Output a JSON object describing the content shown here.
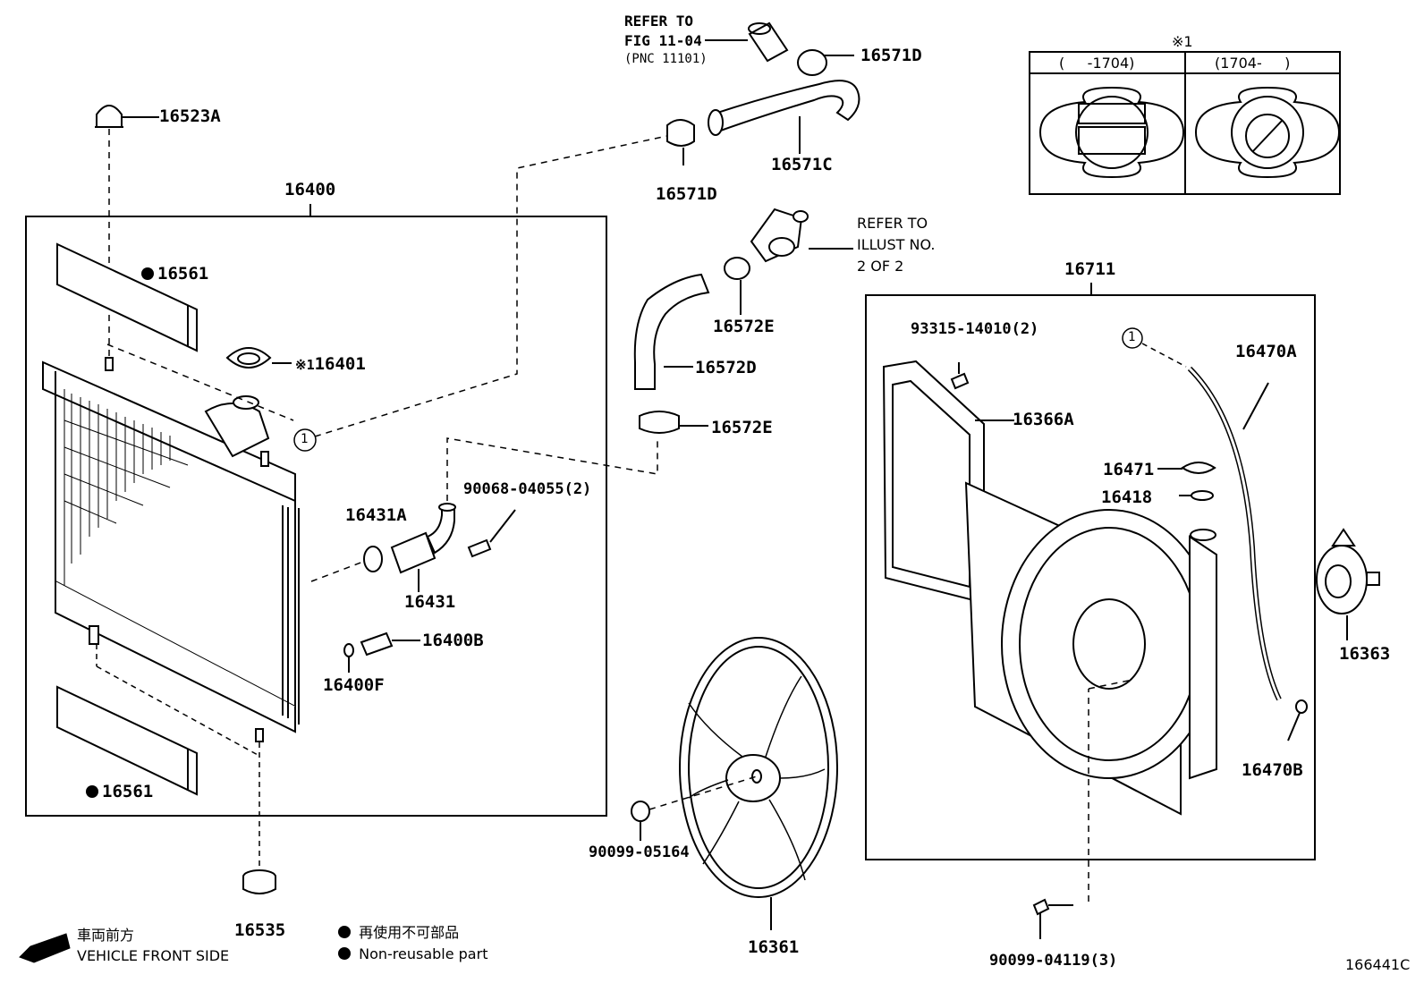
{
  "diagram": {
    "figure_code": "166441C",
    "parts": {
      "p16523A": "16523A",
      "p16400": "16400",
      "p16561_top": "16561",
      "p16561_bot": "16561",
      "p16401": "16401",
      "p16401_prefix": "※1",
      "p16431A": "16431A",
      "p16431": "16431",
      "p90068": "90068-04055(2)",
      "p16400B": "16400B",
      "p16400F": "16400F",
      "p16535": "16535",
      "p16571D_top": "16571D",
      "p16571C": "16571C",
      "p16571D_bot": "16571D",
      "p16572E_top": "16572E",
      "p16572D": "16572D",
      "p16572E_bot": "16572E",
      "p90099_05164": "90099-05164",
      "p16361": "16361",
      "p16711": "16711",
      "p93315": "93315-14010(2)",
      "p16366A": "16366A",
      "p16470A": "16470A",
      "p16471": "16471",
      "p16418": "16418",
      "p16470B": "16470B",
      "p16363": "16363",
      "p90099_04119": "90099-04119(3)"
    },
    "refer_fig": [
      "REFER TO",
      "FIG 11-04",
      "(PNC 11101)"
    ],
    "refer_illust": [
      "REFER TO",
      "ILLUST NO.",
      "2 OF 2"
    ],
    "callout_marker": "1",
    "inset": {
      "mark": "※1",
      "left_header": "(     -1704)",
      "right_header": "(1704-     )"
    },
    "legend": {
      "front_jp": "車両前方",
      "front_en": "VEHICLE FRONT SIDE",
      "nonreuse_jp": "再使用不可部品",
      "nonreuse_en": "Non-reusable part"
    }
  }
}
